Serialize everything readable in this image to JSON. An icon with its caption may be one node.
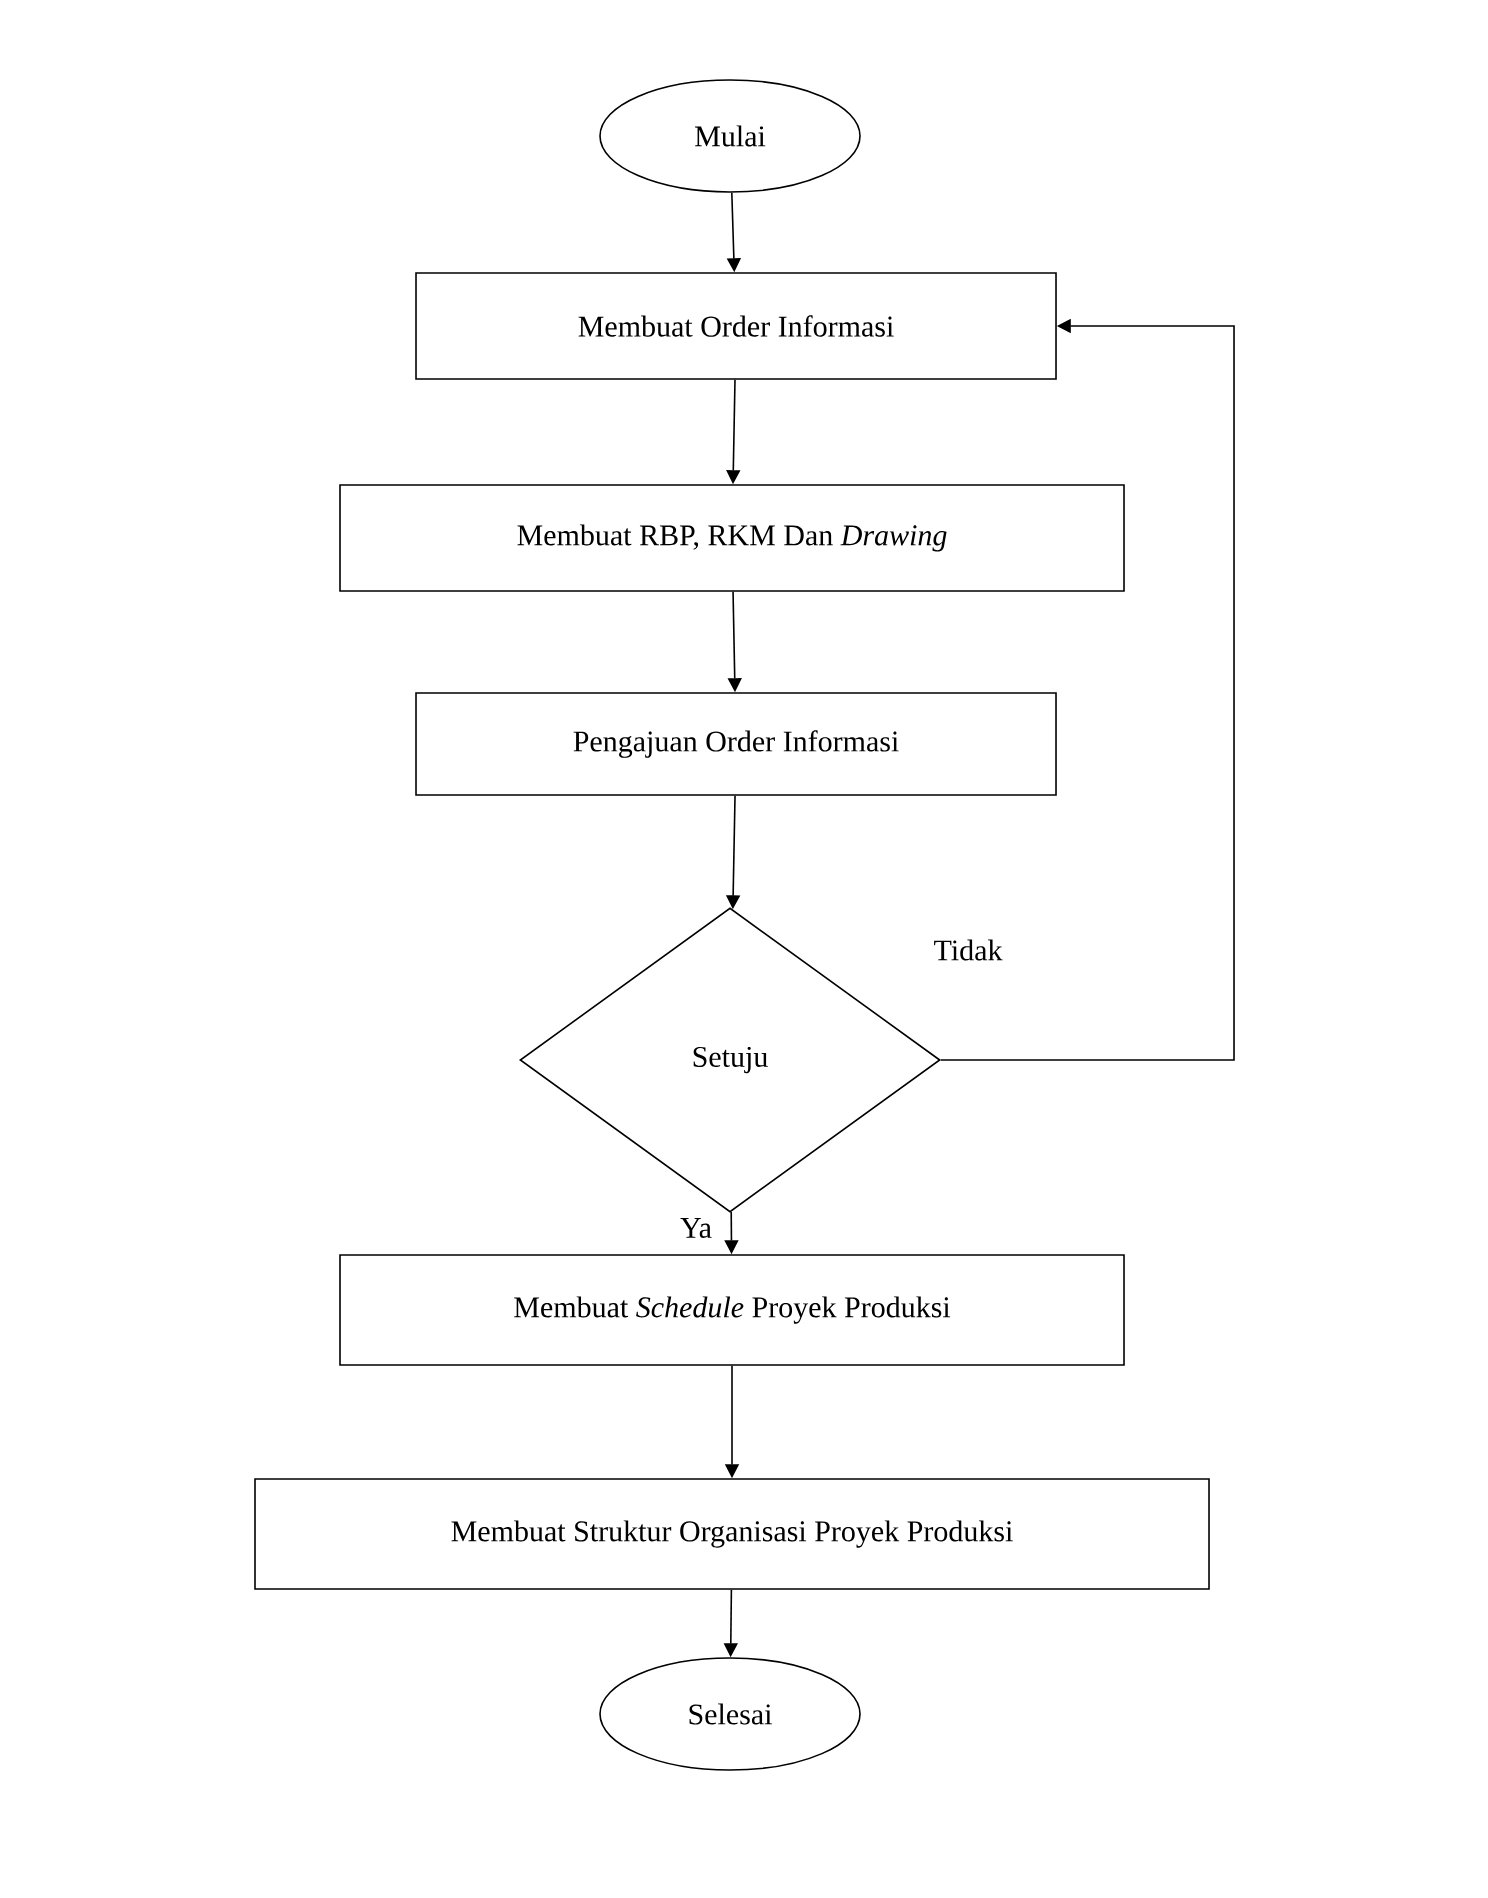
{
  "diagram": {
    "nodes": [
      {
        "text": [
          "Mulai"
        ]
      },
      {
        "text": [
          "Membuat Order Informasi"
        ]
      },
      {
        "text": [
          "Membuat RBP, RKM Dan *Drawing*"
        ]
      },
      {
        "text": [
          "Pengajuan Order Informasi"
        ]
      },
      {
        "text": [
          "Setuju"
        ]
      },
      {
        "text": [
          "Membuat *Schedule* Proyek Produksi"
        ]
      },
      {
        "text": [
          "Membuat Struktur Organisasi Proyek Produksi"
        ]
      },
      {
        "text": [
          "Selesai"
        ]
      }
    ],
    "edges": [
      {
        "from": 0,
        "to": 1,
        "arrow": "to"
      },
      {
        "from": 1,
        "to": 2,
        "arrow": "to"
      },
      {
        "from": 2,
        "to": 3,
        "arrow": "to"
      },
      {
        "from": 3,
        "to": 4,
        "arrow": "to"
      },
      {
        "from": 4,
        "to": 5,
        "arrow": "to",
        "label": "Ya"
      },
      {
        "from": 4,
        "to": 1,
        "arrow": "to",
        "label": "Tidak"
      },
      {
        "from": 5,
        "to": 6,
        "arrow": "to"
      },
      {
        "from": 6,
        "to": 7,
        "arrow": "to"
      }
    ]
  }
}
